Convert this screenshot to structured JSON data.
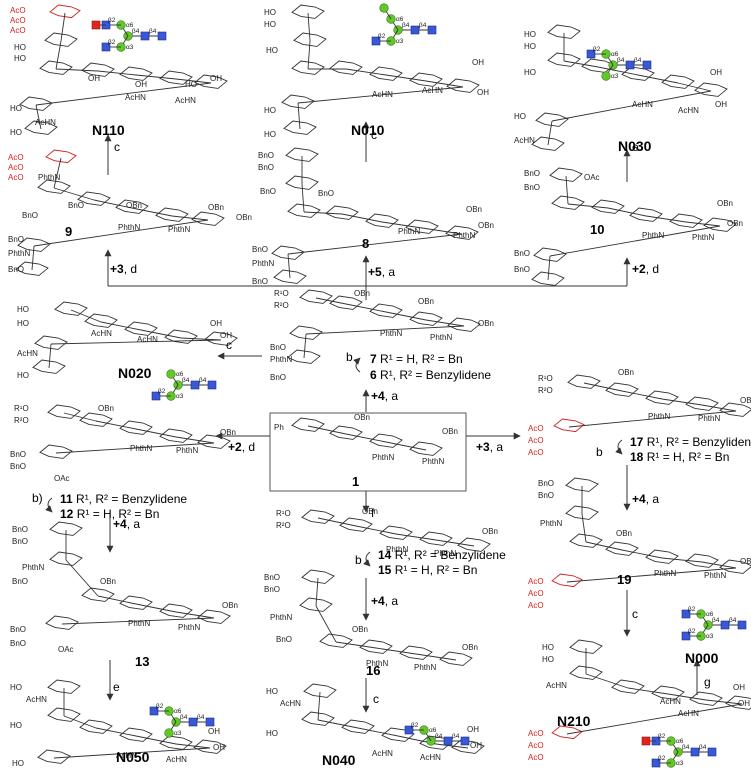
{
  "compounds": {
    "N110": "N110",
    "N010": "N010",
    "N030": "N030",
    "N020": "N020",
    "N050": "N050",
    "N040": "N040",
    "N210": "N210",
    "N000": "N000",
    "c1": "1",
    "c7": "7",
    "c6": "6",
    "c8": "8",
    "c9": "9",
    "c10": "10",
    "c11": "11",
    "c12": "12",
    "c13": "13",
    "c14": "14",
    "c15": "15",
    "c16": "16",
    "c17": "17",
    "c18": "18",
    "c19": "19"
  },
  "annotations": {
    "r7": " R¹ = H, R² = Bn",
    "r6": " R¹, R² = Benzylidene",
    "r11": " R¹, R² = Benzylidene",
    "r12": " R¹ = H, R² = Bn",
    "r14": " R¹, R² = Benzylidene",
    "r15": " R¹ = H, R² = Bn",
    "r17": " R¹, R² = Benzylidene",
    "r18": " R¹ = H, R² = Bn",
    "step_b": "b",
    "step_b_paren": "b)"
  },
  "reagents": {
    "to9": [
      "+3",
      ", d"
    ],
    "to8": [
      "+5",
      ", a"
    ],
    "to10": [
      "+2",
      ", d"
    ],
    "from1_up": [
      "+4",
      ", a"
    ],
    "from1_left": [
      "+2",
      ", d"
    ],
    "from1_right": [
      "+3",
      ", a"
    ],
    "from1_down": "f",
    "to13": [
      "+4",
      ", a"
    ],
    "to16": [
      "+4",
      ", a"
    ],
    "to19": [
      "+4",
      ", a"
    ],
    "c": "c",
    "e": "e",
    "g": "g"
  },
  "substituents": {
    "OBn": "OBn",
    "BnO": "BnO",
    "HO": "HO",
    "OH": "OH",
    "AcHN": "AcHN",
    "PhthN": "PhthN",
    "AcO": "AcO",
    "OAc": "OAc",
    "Ph": "Ph",
    "R1O": "R¹O",
    "R2O": "R²O",
    "O": "O"
  },
  "linkages": {
    "a2": "β2",
    "a3": "α3",
    "a6": "α6",
    "b4": "β4"
  },
  "colors": {
    "mannose": "#63c72a",
    "glcnac": "#3a58d6",
    "acetyl": "#d11f1f",
    "line": "#333333"
  }
}
